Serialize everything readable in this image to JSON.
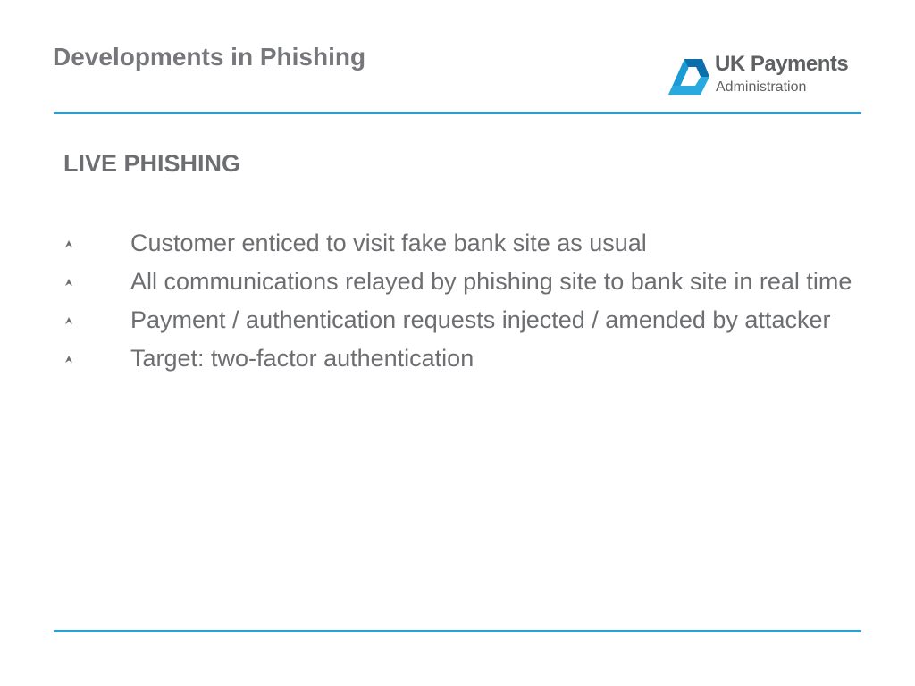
{
  "slide": {
    "title": "Developments in Phishing",
    "heading": "LIVE PHISHING",
    "bullets": [
      "Customer enticed to visit fake bank site as usual",
      "All communications relayed by phishing site to bank site in real time",
      "Payment / authentication requests injected / amended by attacker",
      "Target: two-factor authentication"
    ]
  },
  "logo": {
    "name": "UK Payments",
    "subtitle": "Administration",
    "icon": "ukpa-logo-mark"
  },
  "colors": {
    "accent_rule": "#2b9fd3",
    "logo_blue": "#1b9ad6",
    "logo_blue_dark": "#0b6fae",
    "text": "#6d6e71"
  },
  "icons": {
    "bullet": "caret-up-icon"
  }
}
